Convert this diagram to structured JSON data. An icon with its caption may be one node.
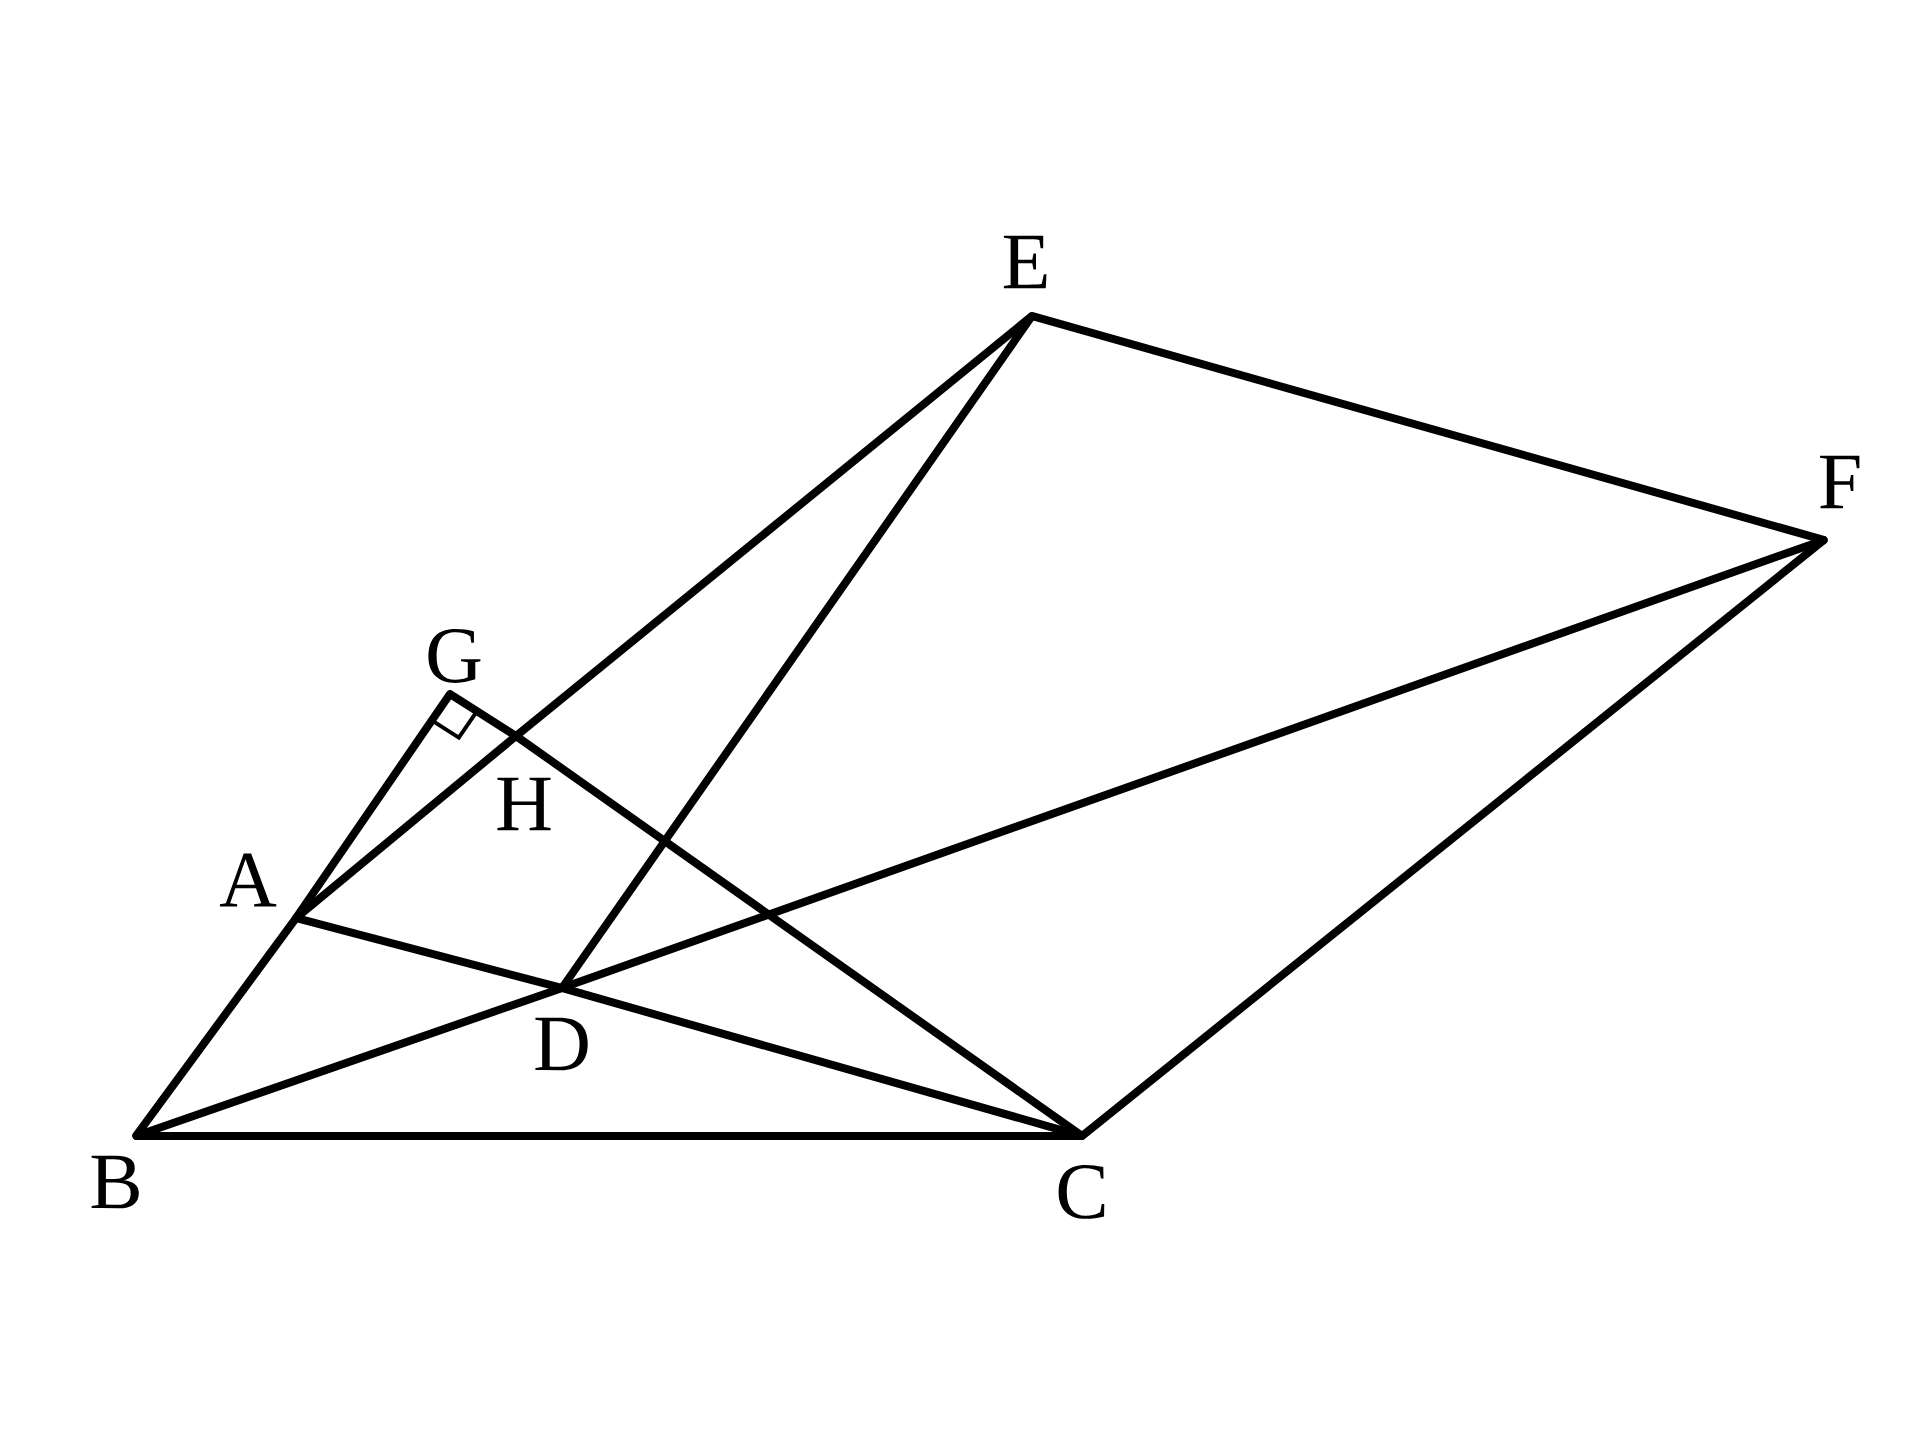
{
  "diagram": {
    "nodes": [
      {
        "text": [
          "A"
        ]
      },
      {
        "text": [
          "B"
        ]
      },
      {
        "text": [
          "C"
        ]
      },
      {
        "text": [
          "D"
        ]
      },
      {
        "text": [
          "E"
        ]
      },
      {
        "text": [
          "F"
        ]
      },
      {
        "text": [
          "G"
        ]
      },
      {
        "text": [
          "H"
        ]
      }
    ],
    "edges": [
      {
        "from": 1,
        "to": 0,
        "arrow": "none"
      },
      {
        "from": 0,
        "to": 6,
        "arrow": "none"
      },
      {
        "from": 0,
        "to": 7,
        "arrow": "none"
      },
      {
        "from": 7,
        "to": 4,
        "arrow": "none"
      },
      {
        "from": 6,
        "to": 7,
        "arrow": "none"
      },
      {
        "from": 7,
        "to": 2,
        "arrow": "none"
      },
      {
        "from": 0,
        "to": 3,
        "arrow": "none"
      },
      {
        "from": 3,
        "to": 2,
        "arrow": "none"
      },
      {
        "from": 1,
        "to": 3,
        "arrow": "none"
      },
      {
        "from": 3,
        "to": 5,
        "arrow": "none"
      },
      {
        "from": 1,
        "to": 2,
        "arrow": "none"
      },
      {
        "from": 2,
        "to": 5,
        "arrow": "none"
      },
      {
        "from": 4,
        "to": 5,
        "arrow": "none"
      },
      {
        "from": 3,
        "to": 4,
        "arrow": "none"
      }
    ]
  }
}
